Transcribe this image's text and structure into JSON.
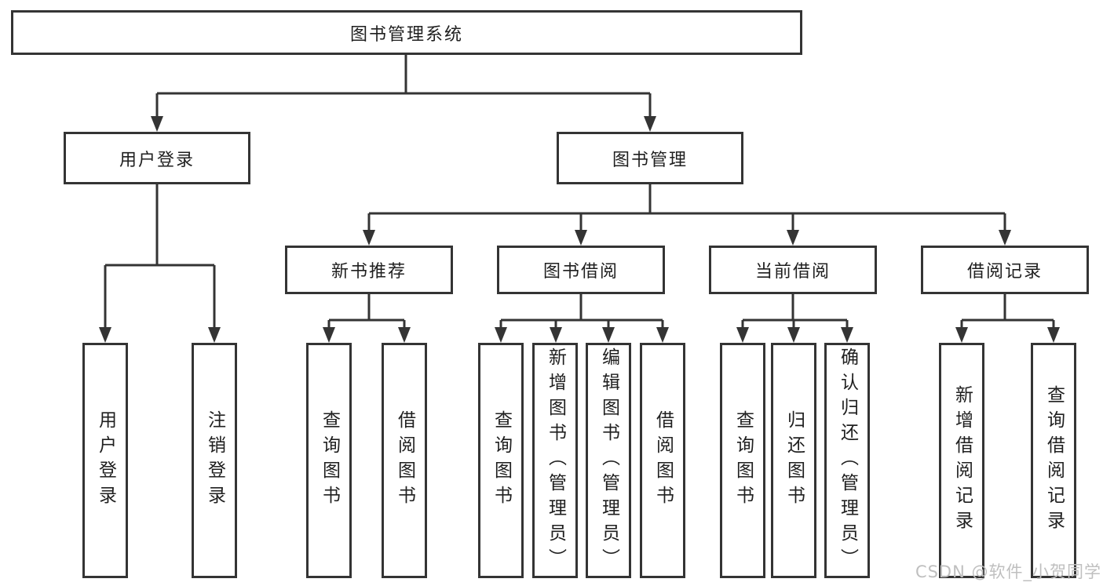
{
  "diagram": {
    "title": "图书管理系统",
    "tree": {
      "label": "图书管理系统",
      "children": [
        {
          "label": "用户登录",
          "children": [
            {
              "label": "用户登录"
            },
            {
              "label": "注销登录"
            }
          ]
        },
        {
          "label": "图书管理",
          "children": [
            {
              "label": "新书推荐",
              "children": [
                {
                  "label": "查询图书"
                },
                {
                  "label": "借阅图书"
                }
              ]
            },
            {
              "label": "图书借阅",
              "children": [
                {
                  "label": "查询图书"
                },
                {
                  "label": "新增图书（管理员）"
                },
                {
                  "label": "编辑图书（管理员）"
                },
                {
                  "label": "借阅图书"
                }
              ]
            },
            {
              "label": "当前借阅",
              "children": [
                {
                  "label": "查询图书"
                },
                {
                  "label": "归还图书"
                },
                {
                  "label": "确认归还（管理员）"
                }
              ]
            },
            {
              "label": "借阅记录",
              "children": [
                {
                  "label": "新增借阅记录"
                },
                {
                  "label": "查询借阅记录"
                }
              ]
            }
          ]
        }
      ]
    },
    "colors": {
      "line": "#343434",
      "text": "#1f1f1f",
      "box_fill": "#ffffff",
      "background": "#ffffff",
      "watermark": "#bfbfbf"
    }
  },
  "watermark": "CSDN @软件_小贺同学"
}
